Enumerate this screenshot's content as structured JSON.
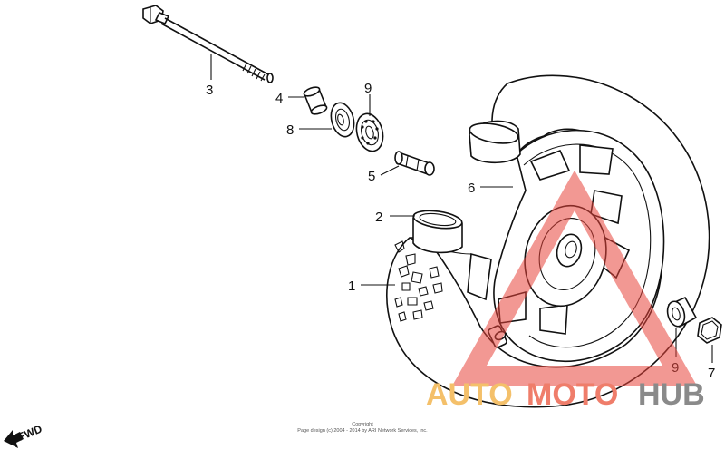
{
  "callouts": {
    "c3": "3",
    "c4": "4",
    "c9a": "9",
    "c8": "8",
    "c5": "5",
    "c6": "6",
    "c2": "2",
    "c1": "1",
    "c9b": "9",
    "c7": "7"
  },
  "direction_label": "FWD",
  "copyright": {
    "line1": "Copyright",
    "line2": "Page design (c) 2004 - 2014 by ARI Network Services, Inc."
  },
  "watermark": {
    "part1": "AUTO",
    "part2": "MOTO",
    "part3": "HUB"
  },
  "colors": {
    "line": "#111111",
    "watermark_red": "#e8443a",
    "watermark_orange": "#f4c06a",
    "watermark_grey": "#8a8a8a"
  }
}
